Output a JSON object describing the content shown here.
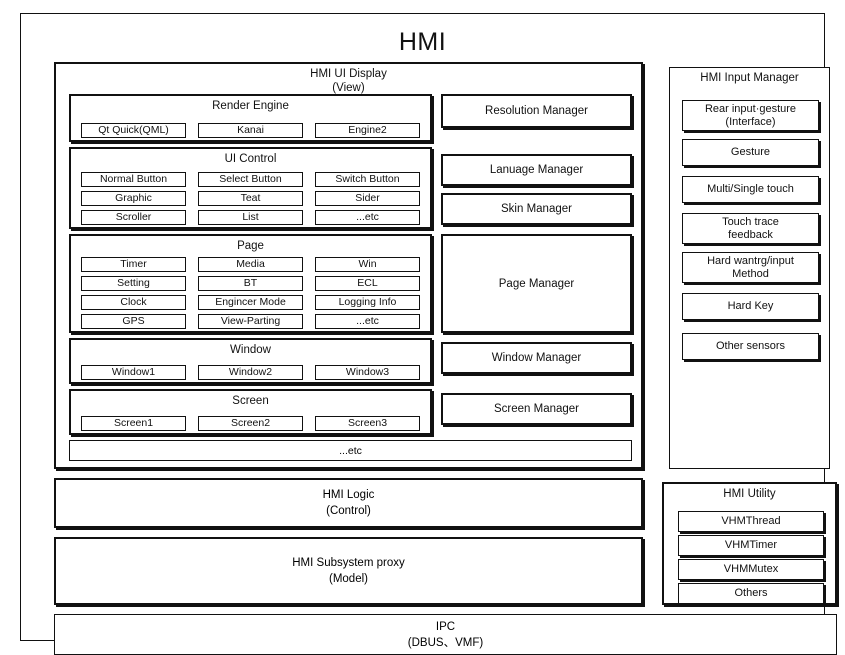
{
  "diagram": {
    "title": "HMI",
    "type": "layered-architecture-block-diagram"
  },
  "ui_display": {
    "title": "HMI UI Display",
    "subtitle": "(View)",
    "blocks": [
      {
        "title": "Render Engine",
        "items": [
          "Qt Quick(QML)",
          "Kanai",
          "Engine2"
        ]
      },
      {
        "title": "UI Control",
        "items": [
          "Normal Button",
          "Select Button",
          "Switch Button",
          "Graphic",
          "Teat",
          "Sider",
          "Scroller",
          "List",
          "...etc"
        ]
      },
      {
        "title": "Page",
        "items": [
          "Timer",
          "Media",
          "Win",
          "Setting",
          "BT",
          "ECL",
          "Clock",
          "Engincer Mode",
          "Logging Info",
          "GPS",
          "View-Parting",
          "...etc"
        ]
      },
      {
        "title": "Window",
        "items": [
          "Window1",
          "Window2",
          "Window3"
        ]
      },
      {
        "title": "Screen",
        "items": [
          "Screen1",
          "Screen2",
          "Screen3"
        ]
      }
    ],
    "etc_row": "...etc",
    "managers": [
      "Resolution Manager",
      "Lanuage Manager",
      "Skin Manager",
      "Page Manager",
      "Window Manager",
      "Screen Manager"
    ]
  },
  "input_manager": {
    "title": "HMI Input Manager",
    "items": [
      "Rear input·gesture\n(Interface)",
      "Gesture",
      "Multi/Single touch",
      "Touch trace\nfeedback",
      "Hard wantrg/input\nMethod",
      "Hard Key",
      "Other sensors"
    ]
  },
  "logic": {
    "title": "HMI Logic",
    "subtitle": "(Control)"
  },
  "subsystem_proxy": {
    "title": "HMI Subsystem proxy",
    "subtitle": "(Model)"
  },
  "utility": {
    "title": "HMI Utility",
    "items": [
      "VHMThread",
      "VHMTimer",
      "VHMMutex",
      "Others"
    ]
  },
  "ipc": {
    "title": "IPC",
    "subtitle": "(DBUS、VMF)"
  },
  "colors": {
    "stroke": "#111111",
    "background": "#ffffff"
  }
}
